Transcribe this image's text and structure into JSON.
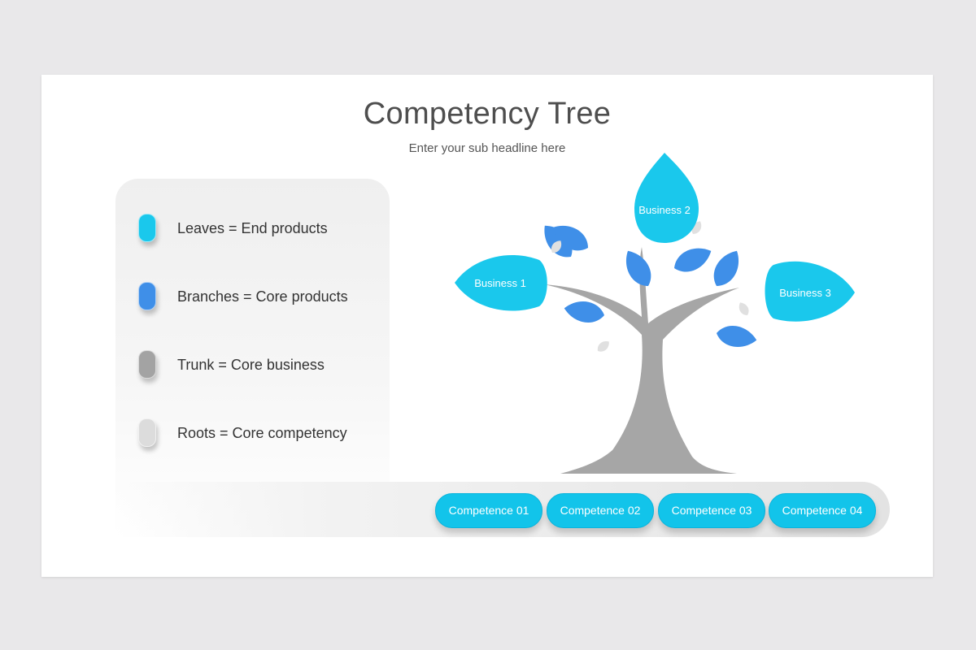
{
  "header": {
    "title": "Competency Tree",
    "subtitle": "Enter your sub headline here"
  },
  "legend": [
    {
      "label": "Leaves = End products",
      "color": "#1ac8ec"
    },
    {
      "label": "Branches = Core products",
      "color": "#3f8fe8"
    },
    {
      "label": "Trunk = Core business",
      "color": "#a3a3a3"
    },
    {
      "label": "Roots = Core competency",
      "color": "#dcdcdc"
    }
  ],
  "businesses": [
    {
      "label": "Business 1"
    },
    {
      "label": "Business 2"
    },
    {
      "label": "Business 3"
    }
  ],
  "competences": [
    {
      "label": "Competence 01"
    },
    {
      "label": "Competence 02"
    },
    {
      "label": "Competence 03"
    },
    {
      "label": "Competence 04"
    }
  ],
  "colors": {
    "leaf": "#1ac8ec",
    "branch_leaf": "#3f8fe8",
    "trunk": "#a6a6a6",
    "small_leaf": "#e0e0e0",
    "competence": "#12c4ea"
  }
}
